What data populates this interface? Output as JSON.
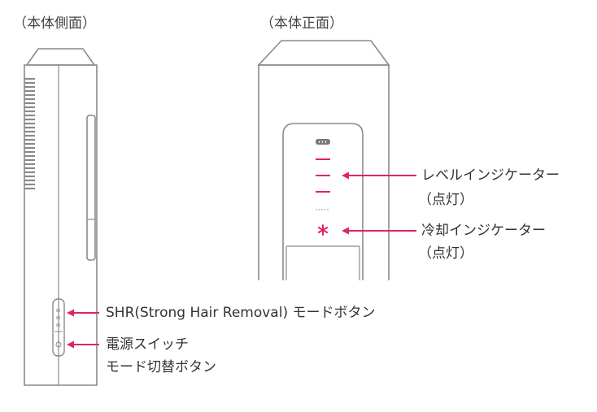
{
  "views": {
    "side_title": "（本体側面）",
    "front_title": "（本体正面）"
  },
  "callouts": {
    "level_indicator": "レベルインジケーター",
    "level_indicator_state": "（点灯）",
    "cooling_indicator": "冷却インジケーター",
    "cooling_indicator_state": "（点灯）",
    "shr_button": "SHR(Strong Hair Removal) モードボタン",
    "power_switch": "電源スイッチ",
    "mode_switch_button": "モード切替ボタン"
  },
  "colors": {
    "accent": "#e0245e",
    "outline": "#8a8a8a"
  }
}
